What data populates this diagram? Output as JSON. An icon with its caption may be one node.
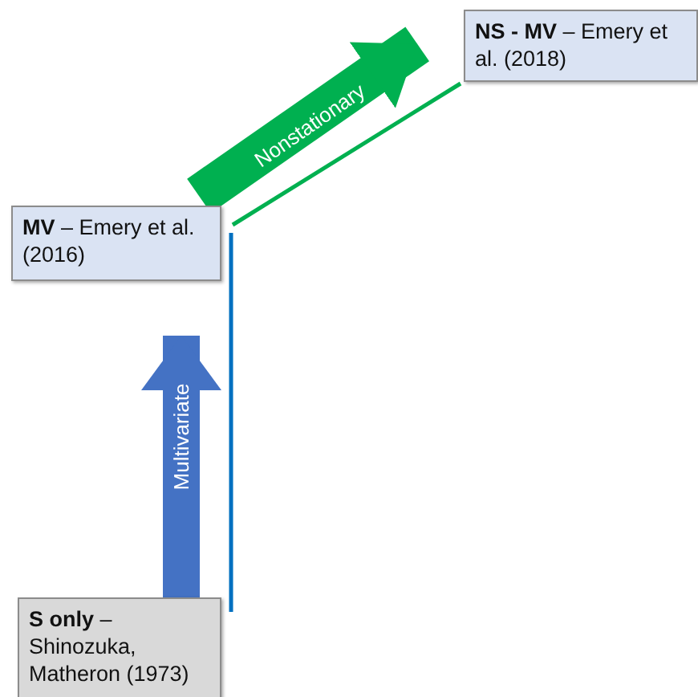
{
  "diagram": {
    "nodes": [
      {
        "text": [
          "**S only** – Shinozuka, Matheron (1973)"
        ]
      },
      {
        "text": [
          "**MV** – Emery et al. (2016)"
        ]
      },
      {
        "text": [
          "**NS - MV** – Emery et al. (2018)"
        ]
      }
    ],
    "edges": [
      {
        "from": 0,
        "to": 1,
        "arrow": "to",
        "label": "Multivariate",
        "style": "thick",
        "color": "#4472c4"
      },
      {
        "from": 1,
        "to": 2,
        "arrow": "to",
        "label": "Nonstationary",
        "style": "thick",
        "color": "#00b050"
      },
      {
        "from": 0,
        "to": 1,
        "arrow": "none",
        "color": "#0070c0"
      },
      {
        "from": 1,
        "to": 2,
        "arrow": "none",
        "color": "#00b050"
      }
    ]
  }
}
